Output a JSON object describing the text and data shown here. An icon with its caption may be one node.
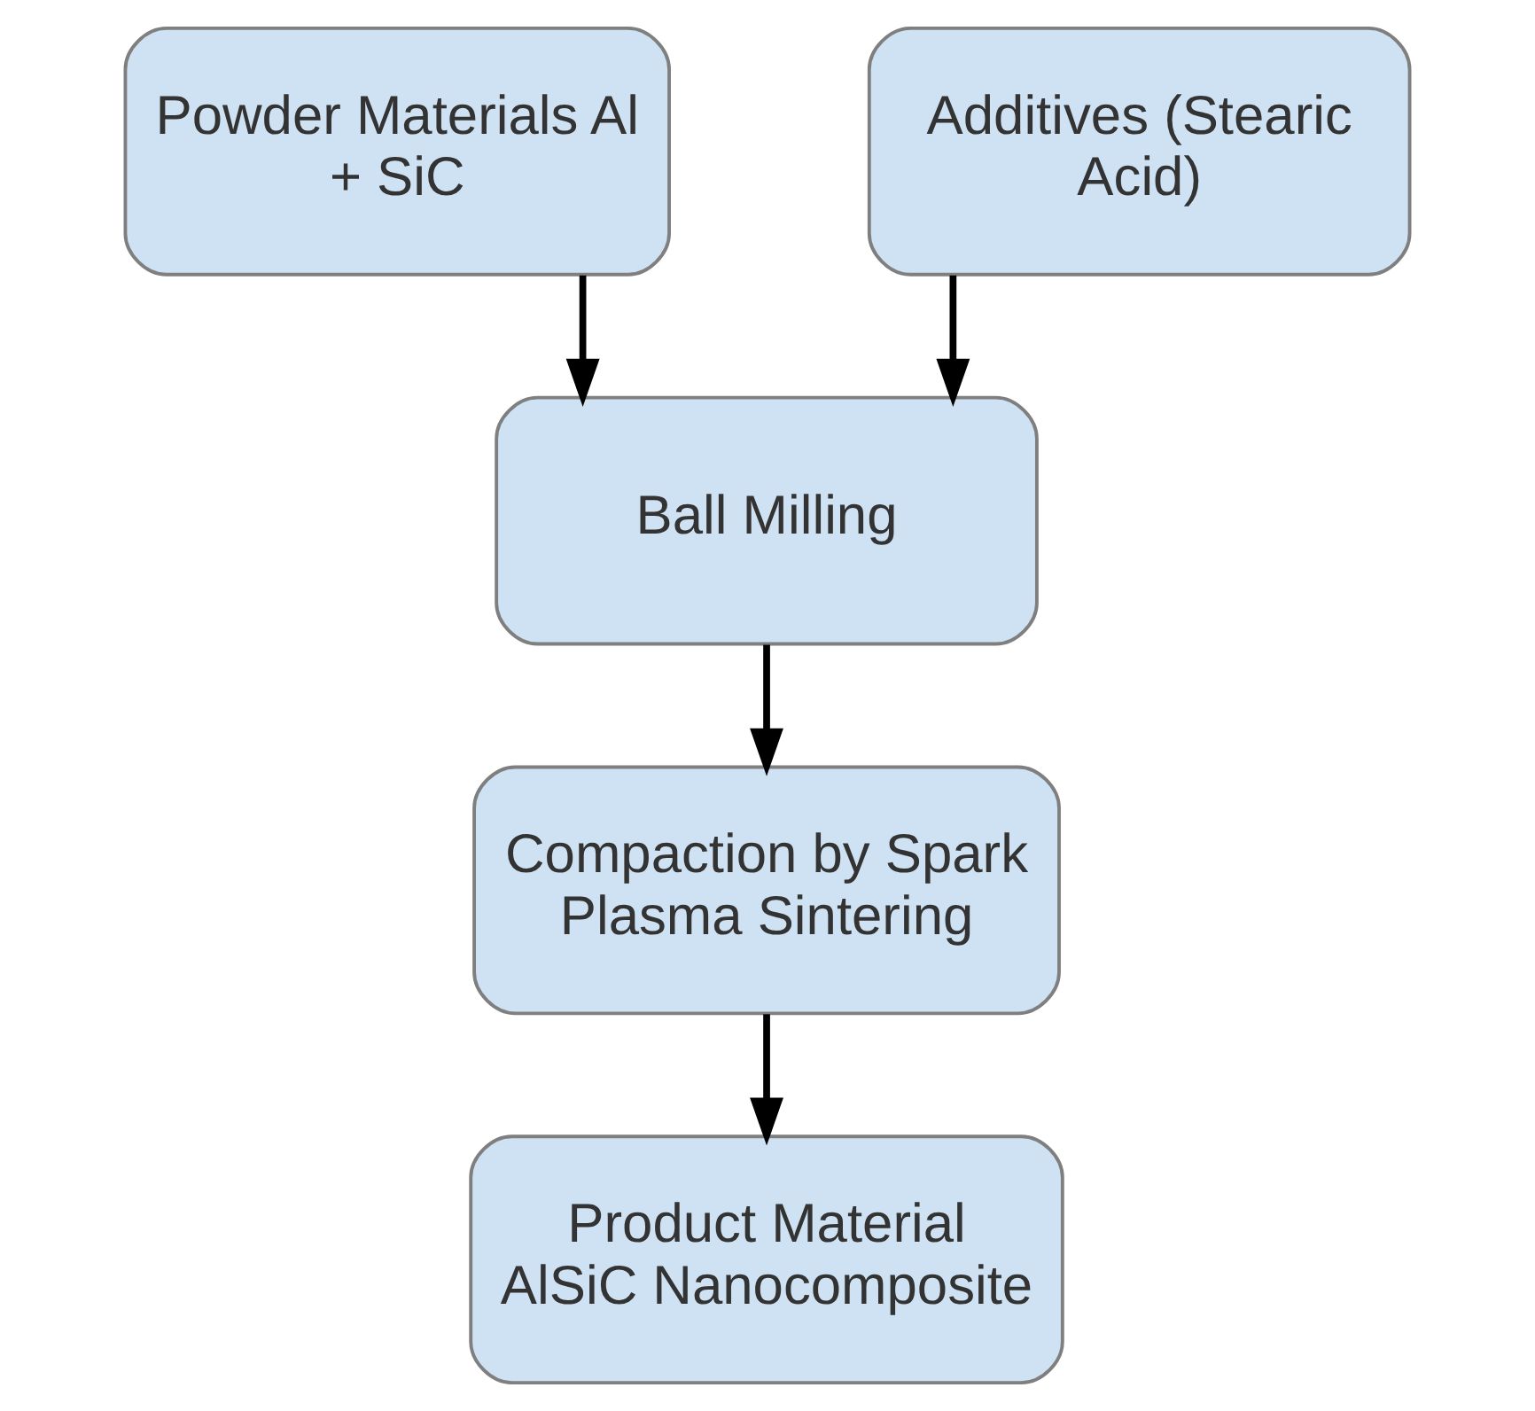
{
  "diagram": {
    "nodes": [
      {
        "text": [
          "Powder Materials Al + SiC"
        ]
      },
      {
        "text": [
          "Additives (Stearic Acid)"
        ]
      },
      {
        "text": [
          "Ball Milling"
        ]
      },
      {
        "text": [
          "Compaction by Spark Plasma Sintering"
        ]
      },
      {
        "text": [
          "Product Material AlSiC Nanocomposite"
        ]
      }
    ],
    "edges": [
      {
        "from": 0,
        "to": 2,
        "arrow": "to"
      },
      {
        "from": 1,
        "to": 2,
        "arrow": "to"
      },
      {
        "from": 2,
        "to": 3,
        "arrow": "to"
      },
      {
        "from": 3,
        "to": 4,
        "arrow": "to"
      }
    ]
  }
}
